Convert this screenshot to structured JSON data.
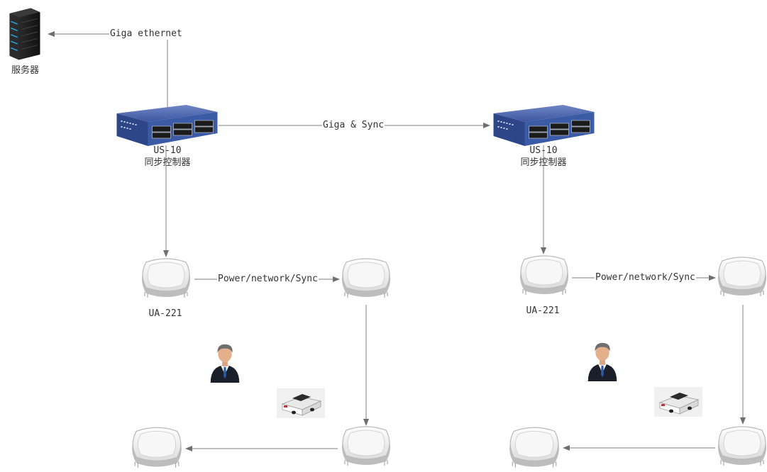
{
  "server": {
    "label": "服务器",
    "icon": "server-rack-icon"
  },
  "links": {
    "server_uplink": "Giga ethernet",
    "switch_interconnect": "Giga & Sync",
    "left_anchor_chain": "Power/network/Sync",
    "right_anchor_chain": "Power/network/Sync"
  },
  "left_switch": {
    "model": "US-10",
    "name": "同步控制器",
    "icon": "network-switch-icon"
  },
  "right_switch": {
    "model": "US-10",
    "name": "同步控制器",
    "icon": "network-switch-icon"
  },
  "left_anchor": {
    "model": "UA-221",
    "icon": "uwb-anchor-icon"
  },
  "right_anchor": {
    "model": "UA-221",
    "icon": "uwb-anchor-icon"
  },
  "icons": {
    "person": "person-icon",
    "vehicle": "agv-vehicle-icon"
  },
  "colors": {
    "switch_blue": "#3b5ba6",
    "line": "#7f7f7f",
    "text": "#333333"
  }
}
